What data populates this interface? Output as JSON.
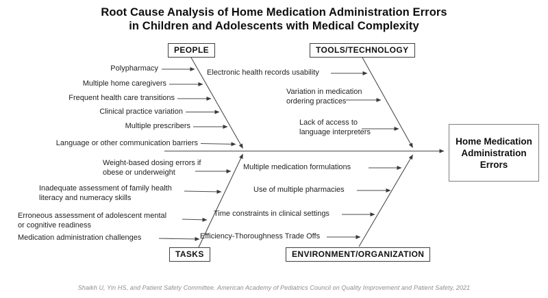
{
  "title": {
    "line1": "Root Cause Analysis of Home Medication Administration Errors",
    "line2": "in Children and Adolescents with Medical Complexity"
  },
  "effect": {
    "label": "Home Medication Administration Errors"
  },
  "categories": {
    "people": {
      "label": "PEOPLE",
      "causes": [
        "Polypharmacy",
        "Multiple home caregivers",
        "Frequent health care transitions",
        "Clinical practice variation",
        "Multiple prescribers",
        "Language or other communication barriers"
      ]
    },
    "tools": {
      "label": "TOOLS/TECHNOLOGY",
      "causes": [
        "Electronic health records usability",
        "Variation in medication ordering practices",
        "Lack of access to language interpreters"
      ]
    },
    "tasks": {
      "label": "TASKS",
      "causes": [
        "Weight-based dosing errors if obese or underweight",
        "Inadequate assessment of family health literacy and numeracy skills",
        "Erroneous assessment of adolescent mental or cognitive readiness",
        "Medication administration challenges"
      ]
    },
    "environment": {
      "label": "ENVIRONMENT/ORGANIZATION",
      "causes": [
        "Multiple medication formulations",
        "Use of multiple pharmacies",
        "Time constraints in clinical settings",
        "Efficiency-Thoroughness Trade Offs"
      ]
    }
  },
  "footer": {
    "citation": "Shaikh U, Yin HS, and Patient Safety Committee. American Academy of Pediatrics Council on Quality Improvement and Patient Safety, 2021"
  },
  "colors": {
    "background": "#ffffff",
    "line": "#4a4a4a",
    "text": "#222222",
    "box_border": "#3d3d3d",
    "effect_border": "#7d7d7d",
    "footer_text": "#8d8d8d"
  }
}
